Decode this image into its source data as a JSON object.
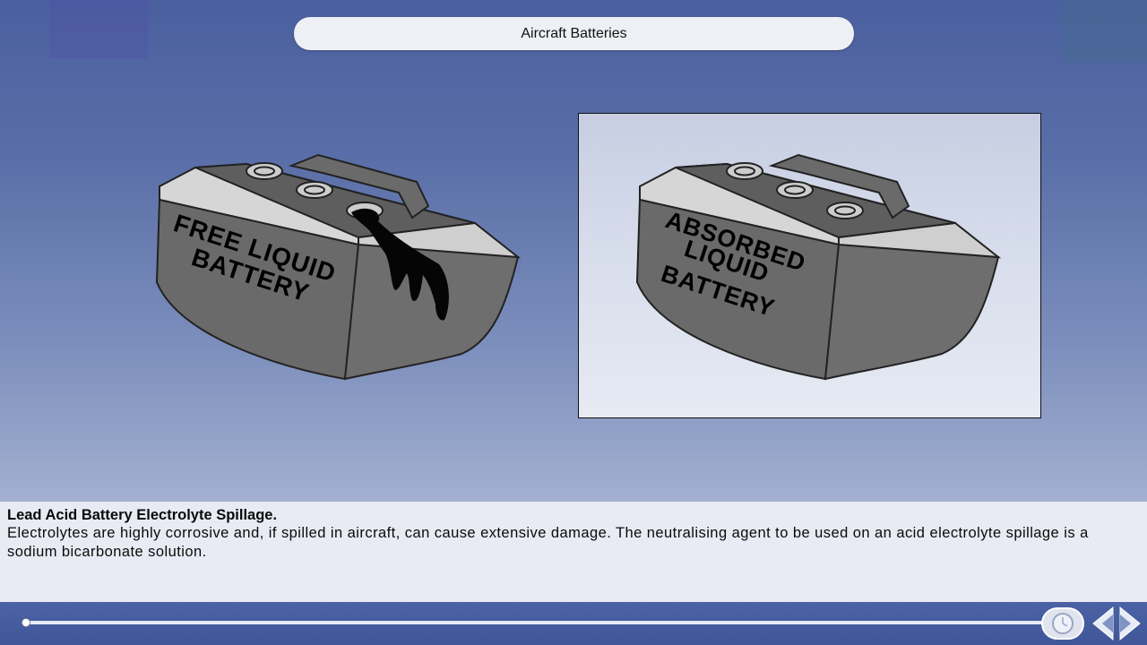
{
  "header": {
    "title": "Aircraft Batteries"
  },
  "figures": {
    "left_label_lines": [
      "FREE LIQUID",
      "BATTERY"
    ],
    "right_label_lines": [
      "ABSORBED",
      "LIQUID",
      "BATTERY"
    ]
  },
  "caption": {
    "title": "Lead Acid Battery Electrolyte Spillage.",
    "body": "Electrolytes are highly corrosive and, if spilled in aircraft, can cause extensive damage. The neutralising agent to be used on an acid electrolyte spillage is a sodium bicarbonate solution."
  },
  "player": {
    "progress": 0.0,
    "icons": {
      "timer": "clock-icon",
      "nav": "prev-next-arrows-icon"
    }
  }
}
